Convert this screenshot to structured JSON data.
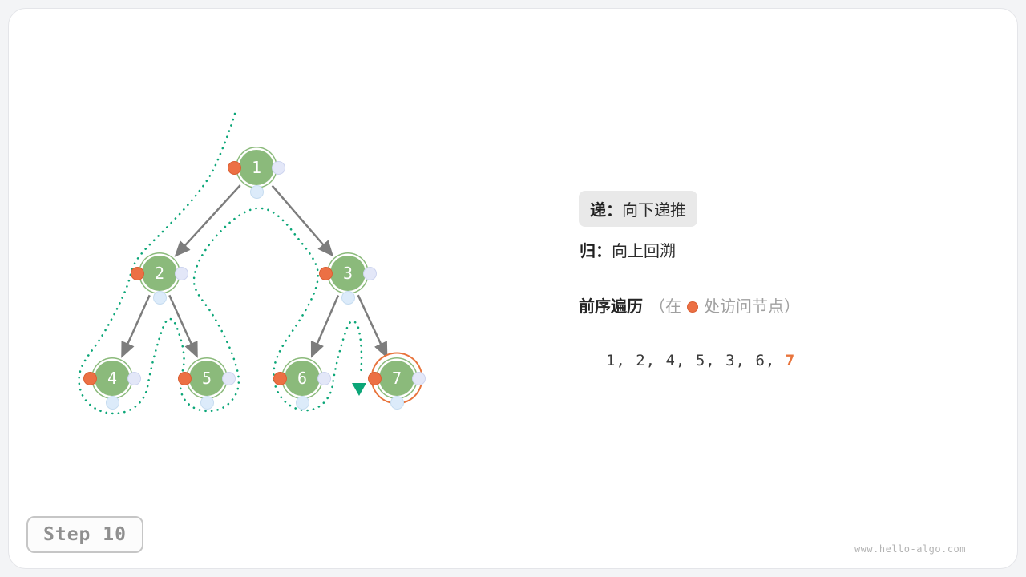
{
  "step_badge": {
    "label": "Step 10"
  },
  "watermark": {
    "text": "www.hello-algo.com"
  },
  "legend": {
    "recursion": {
      "key": "递：",
      "text": "向下递推"
    },
    "backtrack": {
      "key": "归：",
      "text": "向上回溯"
    },
    "traversal": {
      "title": "前序遍历",
      "note_open": "（在",
      "note_close": "处访问节点）"
    },
    "sequence": {
      "visited": "1, 2, 4, 5, 3, 6, ",
      "current": "7"
    }
  },
  "tree": {
    "nodes": [
      {
        "label": "1"
      },
      {
        "label": "2"
      },
      {
        "label": "3"
      },
      {
        "label": "4"
      },
      {
        "label": "5"
      },
      {
        "label": "6"
      },
      {
        "label": "7"
      }
    ],
    "edges": [
      "1-2",
      "1-3",
      "2-4",
      "2-5",
      "3-6",
      "3-7"
    ],
    "current_node": "7"
  },
  "colors": {
    "node_green": "#8bba7b",
    "visit_orange": "#ec7044",
    "path_teal": "#0ca678",
    "edge_gray": "#7d7d7d"
  }
}
